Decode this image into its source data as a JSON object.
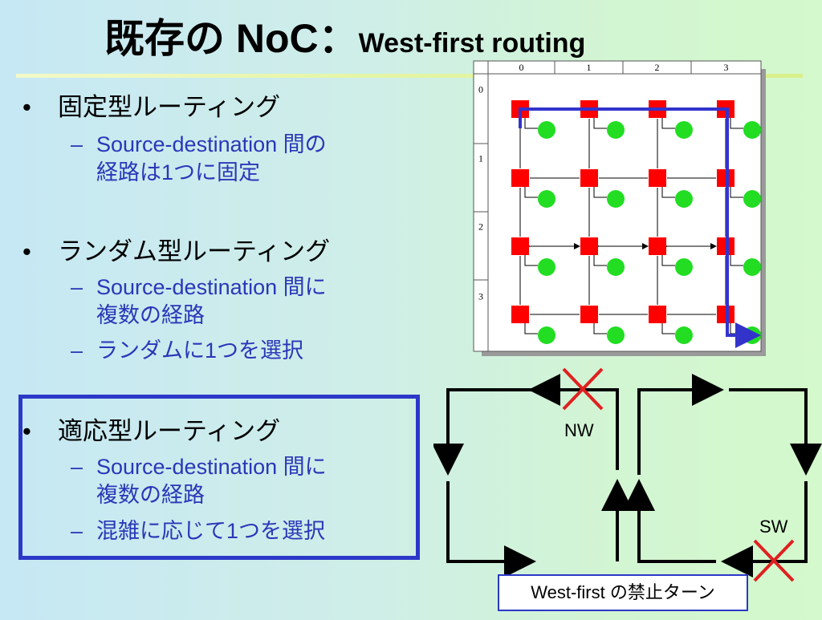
{
  "slide": {
    "title_main": "既存の NoC：",
    "title_sub": "West-first routing"
  },
  "bullets": [
    {
      "label": "固定型ルーティング",
      "subs": [
        [
          "Source-destination 間の",
          "経路は1つに固定"
        ]
      ]
    },
    {
      "label": "ランダム型ルーティング",
      "subs": [
        [
          "Source-destination 間に",
          "複数の経路"
        ],
        [
          "ランダムに1つを選択"
        ]
      ]
    },
    {
      "label": "適応型ルーティング",
      "subs": [
        [
          "Source-destination 間に",
          "複数の経路"
        ],
        [
          "混雑に応じて1つを選択"
        ]
      ]
    }
  ],
  "bullet_symbol": "•",
  "dash_symbol": "–",
  "grid": {
    "col_labels": [
      "0",
      "1",
      "2",
      "3"
    ],
    "row_labels": [
      "0",
      "1",
      "2",
      "3"
    ]
  },
  "turns": {
    "nw_label": "NW",
    "sw_label": "SW",
    "caption": "West-first の禁止ターン"
  },
  "colors": {
    "router": "#ff0000",
    "core": "#22dd22",
    "route": "#3333cc",
    "forbid": "#e02020",
    "box": "#2b38c8",
    "subtext": "#2a37b8"
  }
}
